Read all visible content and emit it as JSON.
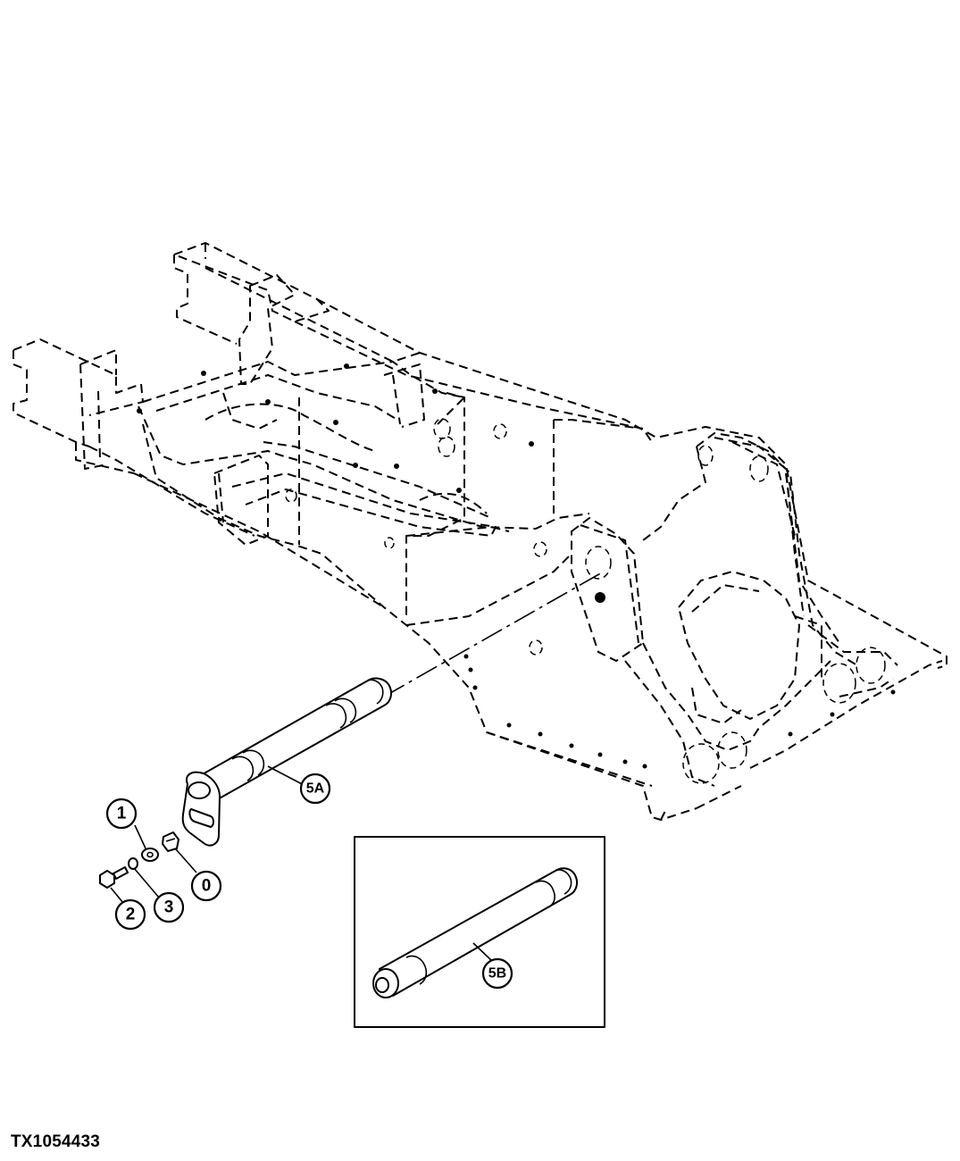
{
  "figure_id": "TX1054433",
  "callouts": {
    "c0": "0",
    "c1": "1",
    "c2": "2",
    "c3": "3",
    "c5a": "5A",
    "c5b": "5B"
  },
  "icons": [
    "frame-outline",
    "pin-5a",
    "pin-5b",
    "washer",
    "bolt",
    "lock-washer",
    "retainer-plate"
  ]
}
